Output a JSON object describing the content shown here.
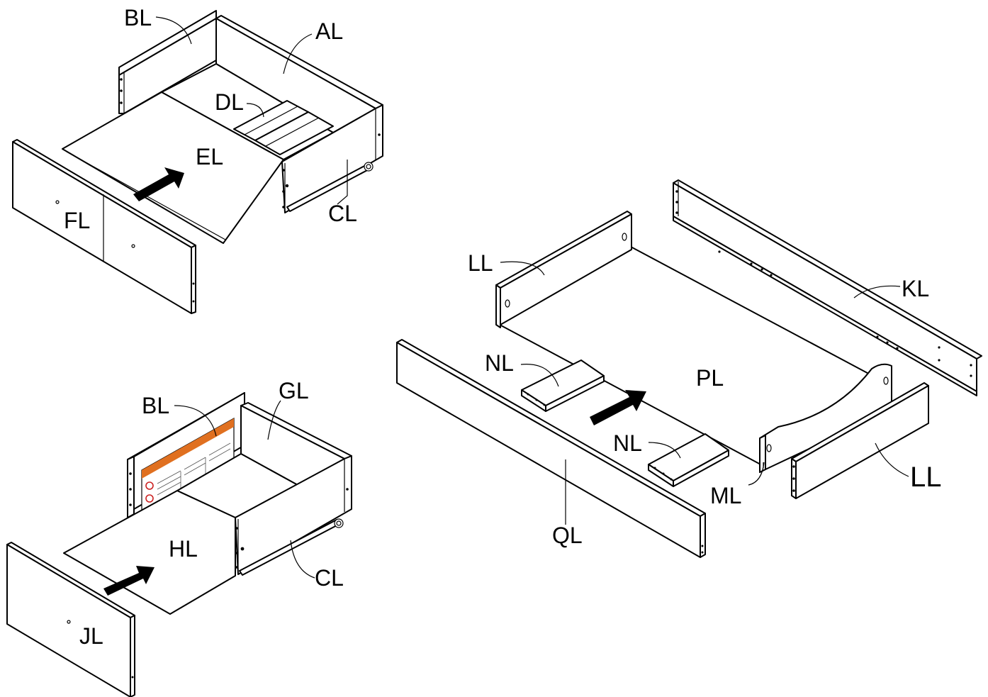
{
  "colors": {
    "line": "#000000",
    "background": "#ffffff",
    "warning_label": "#e07020"
  },
  "labels": {
    "top_drawer": {
      "back": "BL",
      "side_left": "AL",
      "divider": "DL",
      "bottom": "EL",
      "front": "FL",
      "side_right": "CL"
    },
    "bottom_drawer": {
      "back": "BL",
      "side_left": "GL",
      "bottom": "HL",
      "side_right": "CL",
      "front": "JL"
    },
    "base_frame": {
      "end_back": "LL",
      "rear_rail": "KL",
      "cleat_left": "NL",
      "panel": "PL",
      "cleat_right": "NL",
      "support": "ML",
      "end_front": "LL",
      "front_rail": "QL"
    }
  },
  "icons": [
    "arrow-icon",
    "warning-label-icon"
  ]
}
